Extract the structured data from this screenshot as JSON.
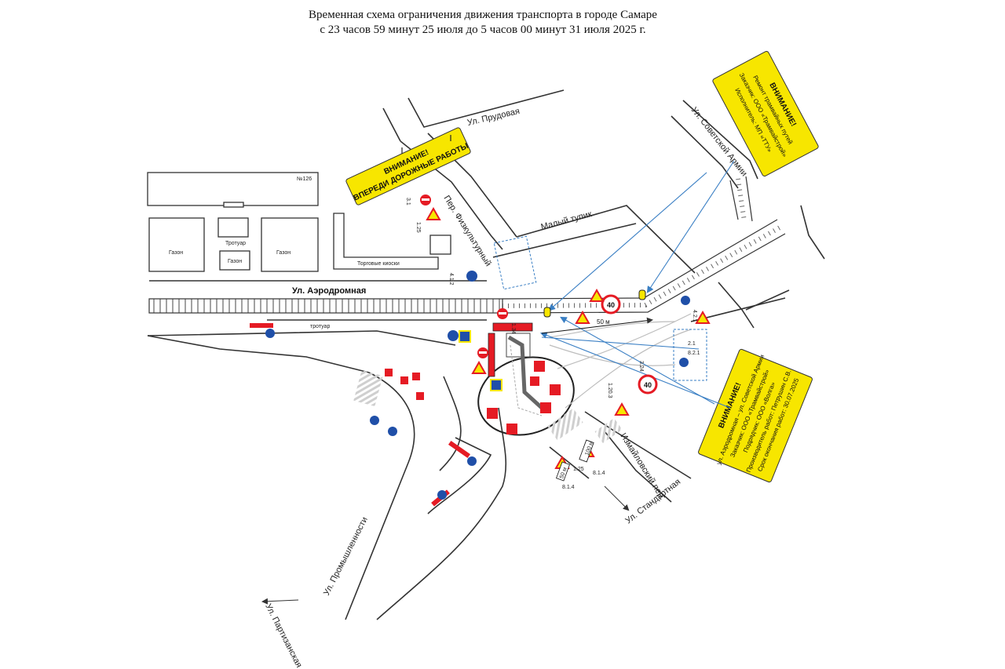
{
  "header": {
    "line1": "Временная схема ограничения движения транспорта в городе Самаре",
    "line2": "с 23 часов 59 минут 25 июля до 5 часов 00 минут 31 июля 2025 г."
  },
  "streets": {
    "prudovaya": "Ул. Прудовая",
    "sovetskoy_armii": "Ул. Советской Армии",
    "fizkulturnaya": "Пер. Физкультурный",
    "maly_tupik": "Малый тупик",
    "aerodromnaya": "Ул. Аэродромная",
    "promyshlennosti": "Ул. Промышленности",
    "partizanskaya": "Ул. Партизанская",
    "standartnaya": "Ул. Стандартная",
    "izmailovsky": "Измайловский пер."
  },
  "buildings": {
    "b126": "№126",
    "gazon": "Газон",
    "trotuar": "Тротуар",
    "torgovye": "Торговые киоски",
    "trotuar_lower": "тротуар"
  },
  "banners": {
    "left": {
      "line1": "ВНИМАНИЕ!",
      "line2": "ВПЕРЕДИ ДОРОЖНЫЕ РАБОТЫ"
    },
    "top_right": {
      "line1": "ВНИМАНИЕ!",
      "line2": "Ремонт трамвайных путей",
      "line3": "Заказчик: ООО «Трамвайстрой»",
      "line4": "Исполнитель: МП «ТТУ»"
    },
    "bottom_right": {
      "line1": "ВНИМАНИЕ!",
      "line2": "ул. Аэродромная – ул. Советской Армии",
      "line3": "Заказчик: ООО «Трамвайстрой»",
      "line4": "Подрядчик: ООО «Волга»",
      "line5": "Производитель работ: Петрушин С.В.",
      "line6": "Срок окончания работ: 30.07.2025"
    }
  },
  "signs": {
    "speed": "40",
    "dist_50": "50 м",
    "dist_100": "100 м",
    "s1_25": "1.25",
    "s3_1": "3.1",
    "s4_1_2": "4.1.2",
    "s8_2_1": "8.2.1",
    "s8_1_4": "8.1.4",
    "s3_24": "3.24",
    "s1_20_3": "1.20.3",
    "s2_1": "2.1",
    "s4_2_1": "4.2.1",
    "s1_34": "1.34"
  },
  "colors": {
    "banner_yellow": "#f7e600",
    "work_red": "#e51b24",
    "sign_blue": "#1f4fa8",
    "leader_blue": "#3a7fc4",
    "road_line": "#333333"
  }
}
